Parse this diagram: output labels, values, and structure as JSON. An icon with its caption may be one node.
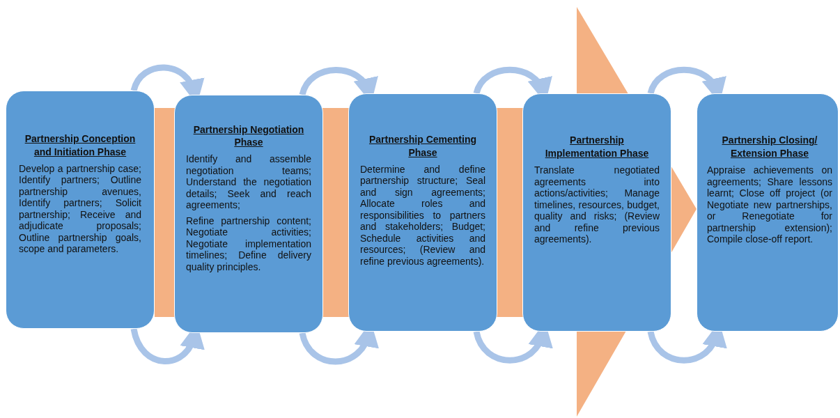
{
  "diagram": {
    "nodes": [
      {
        "text": [
          "Partnership Conception and Initiation Phase",
          "Develop a partnership case; Identify partners; Outline partnership avenues, Identify partners; Solicit partnership; Receive and adjudicate proposals; Outline partnership goals, scope and parameters."
        ]
      },
      {
        "text": [
          "Partnership Negotiation Phase",
          "Identify and assemble negotiation teams; Understand the negotiation details; Seek and reach agreements;",
          "Refine partnership content; Negotiate activities; Negotiate implementation timelines; Define delivery quality principles."
        ]
      },
      {
        "text": [
          "Partnership Cementing Phase",
          "Determine and define partnership structure; Seal and sign agreements; Allocate roles and responsibilities to partners and stakeholders; Budget; Schedule activities and resources; (Review and refine previous agreements)."
        ]
      },
      {
        "text": [
          "Partnership Implementation Phase",
          "Translate negotiated agreements into actions/activities; Manage timelines, resources, budget, quality and risks; (Review and refine previous agreements)."
        ]
      },
      {
        "text": [
          "Partnership Closing/ Extension Phase",
          "Appraise achievements on agreements; Share lessons learnt; Close off project (or Negotiate new partnerships, or Renegotiate for partnership extension); Compile close-off report."
        ]
      }
    ],
    "edges": [
      {
        "from": 0,
        "to": 1,
        "arrow": "to"
      },
      {
        "from": 1,
        "to": 2,
        "arrow": "to"
      },
      {
        "from": 2,
        "to": 3,
        "arrow": "to"
      },
      {
        "from": 3,
        "to": 4,
        "arrow": "to"
      },
      {
        "from": 0,
        "to": 1,
        "arrow": "to"
      },
      {
        "from": 1,
        "to": 2,
        "arrow": "to"
      },
      {
        "from": 2,
        "to": 3,
        "arrow": "to"
      },
      {
        "from": 3,
        "to": 4,
        "arrow": "to"
      },
      {
        "from": 0,
        "to": 4,
        "arrow": "to",
        "style": "thick",
        "color": "#f4b183"
      }
    ]
  }
}
